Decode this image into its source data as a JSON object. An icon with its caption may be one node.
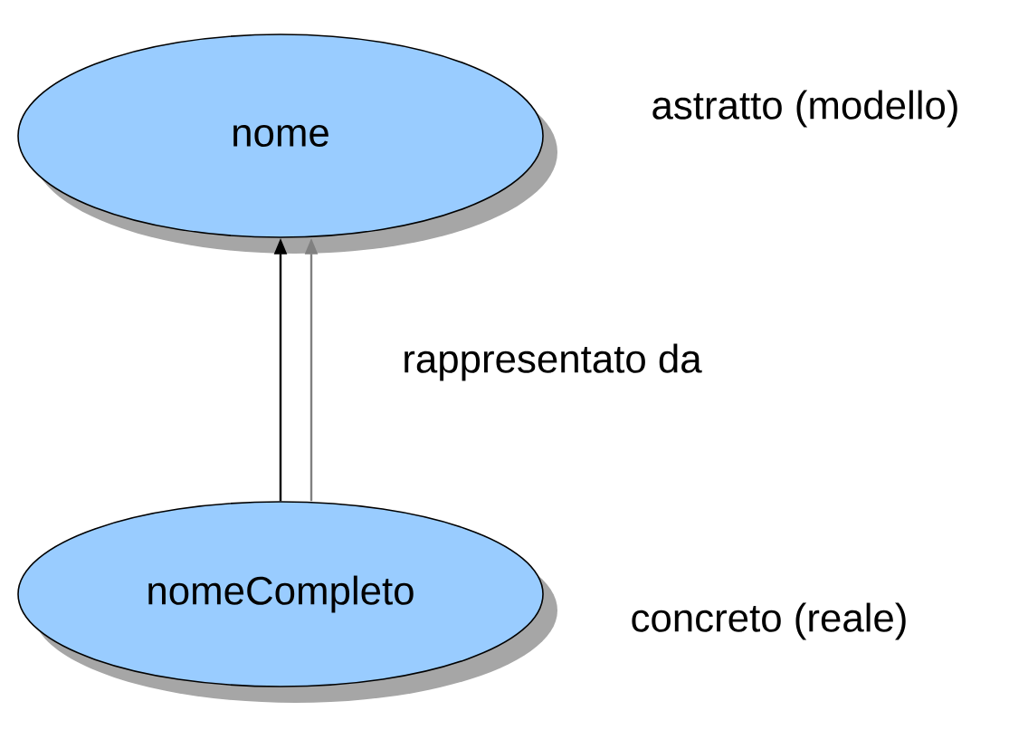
{
  "diagram": {
    "nodes": [
      {
        "text": [
          "nome"
        ],
        "beside": [
          "astratto (modello)"
        ]
      },
      {
        "text": [
          "nomeCompleto"
        ],
        "beside": [
          "concreto (reale)"
        ]
      }
    ],
    "edges": [
      {
        "from": 1,
        "to": 0,
        "arrow": "to"
      },
      {
        "from": 1,
        "to": 0,
        "arrow": "to",
        "color": "#808080",
        "label": "rappresentato da"
      }
    ]
  }
}
